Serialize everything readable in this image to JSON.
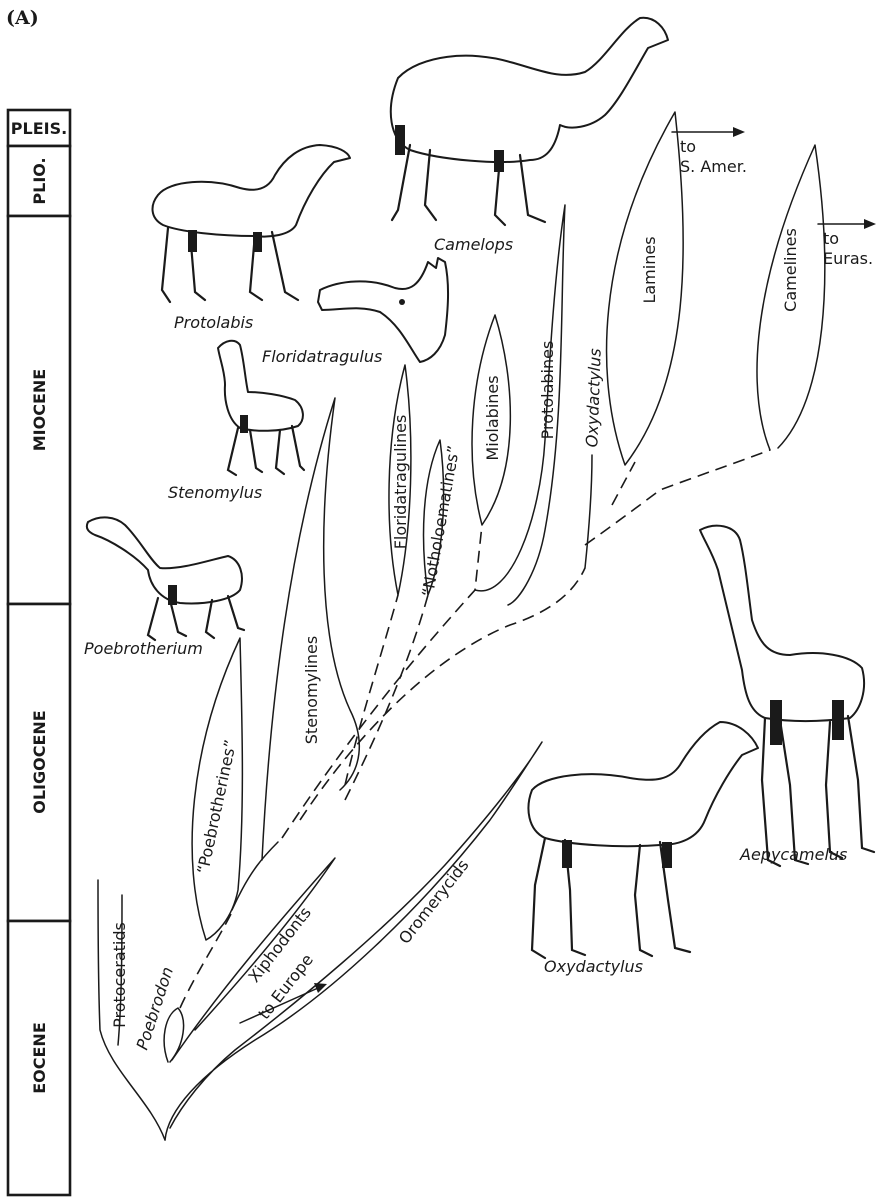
{
  "figure_label": "(A)",
  "epochs": {
    "pleistocene": "PLEIS.",
    "pliocene": "PLIO.",
    "miocene": "MIOCENE",
    "oligocene": "OLIGOCENE",
    "eocene": "EOCENE"
  },
  "clades": {
    "protoceratids": "Protoceratids",
    "poebrodon": "Poebrodon",
    "xiphodonts": "Xiphodonts",
    "to_europe": "to Europe",
    "oromerycids": "Oromerycids",
    "poebrotherines": "“Poebrotherines”",
    "stenomylines": "Stenomylines",
    "floridatragulines": "Floridatragulines",
    "notholoematines": "“Notholoematines”",
    "miolabines": "Miolabines",
    "protolabines": "Protolabines",
    "oxydactylus_branch": "Oxydactylus",
    "lamines": "Lamines",
    "camelines": "Camelines",
    "to_s_amer_1": "to",
    "to_s_amer_2": "S. Amer.",
    "to_euras_1": "to",
    "to_euras_2": "Euras."
  },
  "animals": {
    "camelops": "Camelops",
    "protolabis": "Protolabis",
    "floridatragulus": "Floridatragulus",
    "stenomylus": "Stenomylus",
    "poebrotherium": "Poebrotherium",
    "oxydactylus": "Oxydactylus",
    "aepycamelus": "Aepycamelus"
  }
}
